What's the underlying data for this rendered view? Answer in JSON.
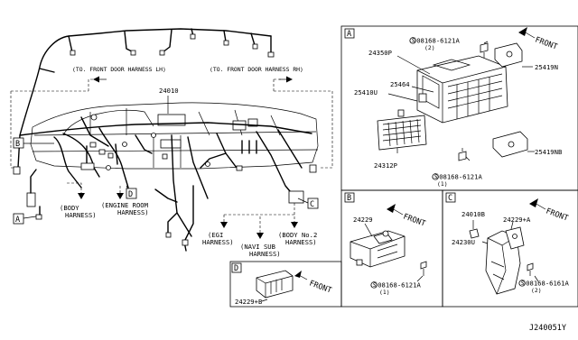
{
  "main_view": {
    "part_24010": "24010",
    "to_front_door_lh": "(TO. FRONT DOOR HARNESS LH)",
    "to_front_door_rh": "(TO. FRONT DOOR HARNESS RH)",
    "body_harness_line1": "(BODY",
    "body_harness_line2": "HARNESS)",
    "engine_room_line1": "(ENGINE ROOM",
    "engine_room_line2": "HARNESS)",
    "egi_line1": "(EGI",
    "egi_line2": "HARNESS)",
    "navi_line1": "(NAVI SUB",
    "navi_line2": "HARNESS)",
    "body2_line1": "(BODY No.2",
    "body2_line2": "HARNESS)",
    "callouts": {
      "a": "A",
      "b": "B",
      "c": "C",
      "d": "D"
    }
  },
  "panel_a": {
    "tag": "A",
    "front": "FRONT",
    "bolt_top": "Ⓢ08168-6121A",
    "bolt_top_qty": "(2)",
    "bolt_bottom": "Ⓢ08168-6121A",
    "bolt_bottom_qty": "(1)",
    "p24350p": "24350P",
    "p25464": "25464",
    "p25410u": "25410U",
    "p25419n": "25419N",
    "p25419nb": "25419NB",
    "p24312p": "24312P"
  },
  "panel_b": {
    "tag": "B",
    "front": "FRONT",
    "p24229": "24229",
    "bolt": "Ⓢ08168-6121A",
    "bolt_qty": "(1)"
  },
  "panel_c": {
    "tag": "C",
    "front": "FRONT",
    "p24010b": "24010B",
    "p24229a": "24229+A",
    "p24230u": "24230U",
    "bolt": "Ⓢ08168-6161A",
    "bolt_qty": "(2)"
  },
  "panel_d": {
    "tag": "D",
    "front": "FRONT",
    "p24229b": "24229+B"
  },
  "diagram_id": "J240051Y"
}
